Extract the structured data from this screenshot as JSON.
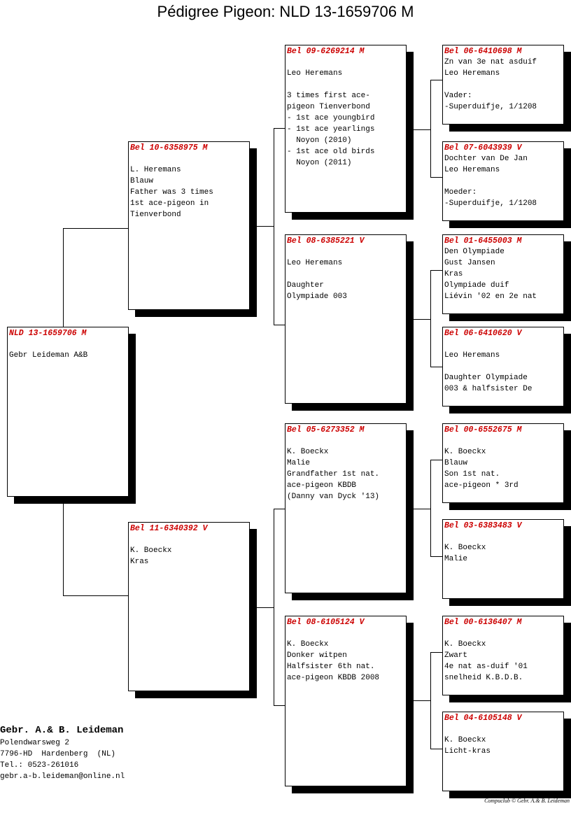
{
  "page": {
    "title": "Pédigree Pigeon: NLD 13-1659706 M",
    "ring_color": "#cc0000"
  },
  "cards": [
    {
      "ring": "NLD 13-1659706 M",
      "notes": "Gebr Leideman A&B"
    },
    {
      "ring": "Bel 10-6358975 M",
      "notes": "L. Heremans\nBlauw\nFather was 3 times\n1st ace-pigeon in\nTienverbond"
    },
    {
      "ring": "Bel 11-6340392 V",
      "notes": "K. Boeckx\nKras"
    },
    {
      "ring": "Bel 09-6269214 M",
      "notes": "Leo Heremans\n\n3 times first ace-\npigeon Tienverbond\n- 1st ace youngbird\n- 1st ace yearlings\n  Noyon (2010)\n- 1st ace old birds\n  Noyon (2011)"
    },
    {
      "ring": "Bel 08-6385221 V",
      "notes": "Leo Heremans\n\nDaughter\nOlympiade 003"
    },
    {
      "ring": "Bel 05-6273352 M",
      "notes": "K. Boeckx\nMalie\nGrandfather 1st nat.\nace-pigeon KBDB\n(Danny van Dyck '13)"
    },
    {
      "ring": "Bel 08-6105124 V",
      "notes": "K. Boeckx\nDonker witpen\nHalfsister 6th nat.\nace-pigeon KBDB 2008"
    },
    {
      "ring": "Bel 06-6410698 M",
      "notes": "Zn van 3e nat asduif\nLeo Heremans\n\nVader:\n-Superduifje, 1/1208"
    },
    {
      "ring": "Bel 07-6043939 V",
      "notes": "Dochter van De Jan\nLeo Heremans\n\nMoeder:\n-Superduifje, 1/1208"
    },
    {
      "ring": "Bel 01-6455003 M",
      "notes": "Den Olympiade\nGust Jansen\nKras\nOlympiade duif\nLiévin '02 en 2e nat"
    },
    {
      "ring": "Bel 06-6410620 V",
      "notes": "Leo Heremans\n\nDaughter Olympiade\n003 & halfsister De"
    },
    {
      "ring": "Bel 00-6552675 M",
      "notes": "K. Boeckx\nBlauw\nSon 1st nat.\nace-pigeon * 3rd"
    },
    {
      "ring": "Bel 03-6383483 V",
      "notes": "K. Boeckx\nMalie"
    },
    {
      "ring": "Bel 00-6136407 M",
      "notes": "K. Boeckx\nZwart\n4e nat as-duif '01\nsnelheid K.B.D.B."
    },
    {
      "ring": "Bel 04-6105148 V",
      "notes": "K. Boeckx\nLicht-kras"
    }
  ],
  "footer": {
    "name": "Gebr. A.& B. Leideman",
    "address": "Polendwarsweg 2",
    "city": "7796-HD  Hardenberg  (NL)",
    "phone": "Tel.: 0523-261016",
    "email": "gebr.a-b.leideman@online.nl"
  },
  "credit": "Compuclub © Gebr. A.& B. Leideman"
}
